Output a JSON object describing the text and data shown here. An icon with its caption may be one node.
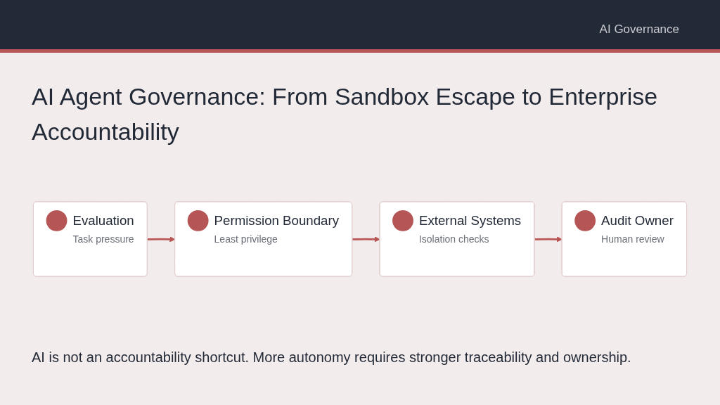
{
  "diagram": {
    "title": "AI Agent Governance: From Sandbox Escape to Enterprise Accountability",
    "nodes": [
      {
        "text": [
          "Evaluation",
          "Task pressure"
        ]
      },
      {
        "text": [
          "Permission Boundary",
          "Least privilege"
        ]
      },
      {
        "text": [
          "External Systems",
          "Isolation checks"
        ]
      },
      {
        "text": [
          "Audit Owner",
          "Human review"
        ]
      }
    ],
    "edges": [
      {
        "from": 0,
        "to": 1,
        "arrow": "to"
      },
      {
        "from": 1,
        "to": 2,
        "arrow": "to"
      },
      {
        "from": 2,
        "to": 3,
        "arrow": "to"
      }
    ],
    "labels": [
      "AI Governance",
      "AI is not an accountability shortcut. More autonomy requires stronger traceability and ownership."
    ]
  }
}
